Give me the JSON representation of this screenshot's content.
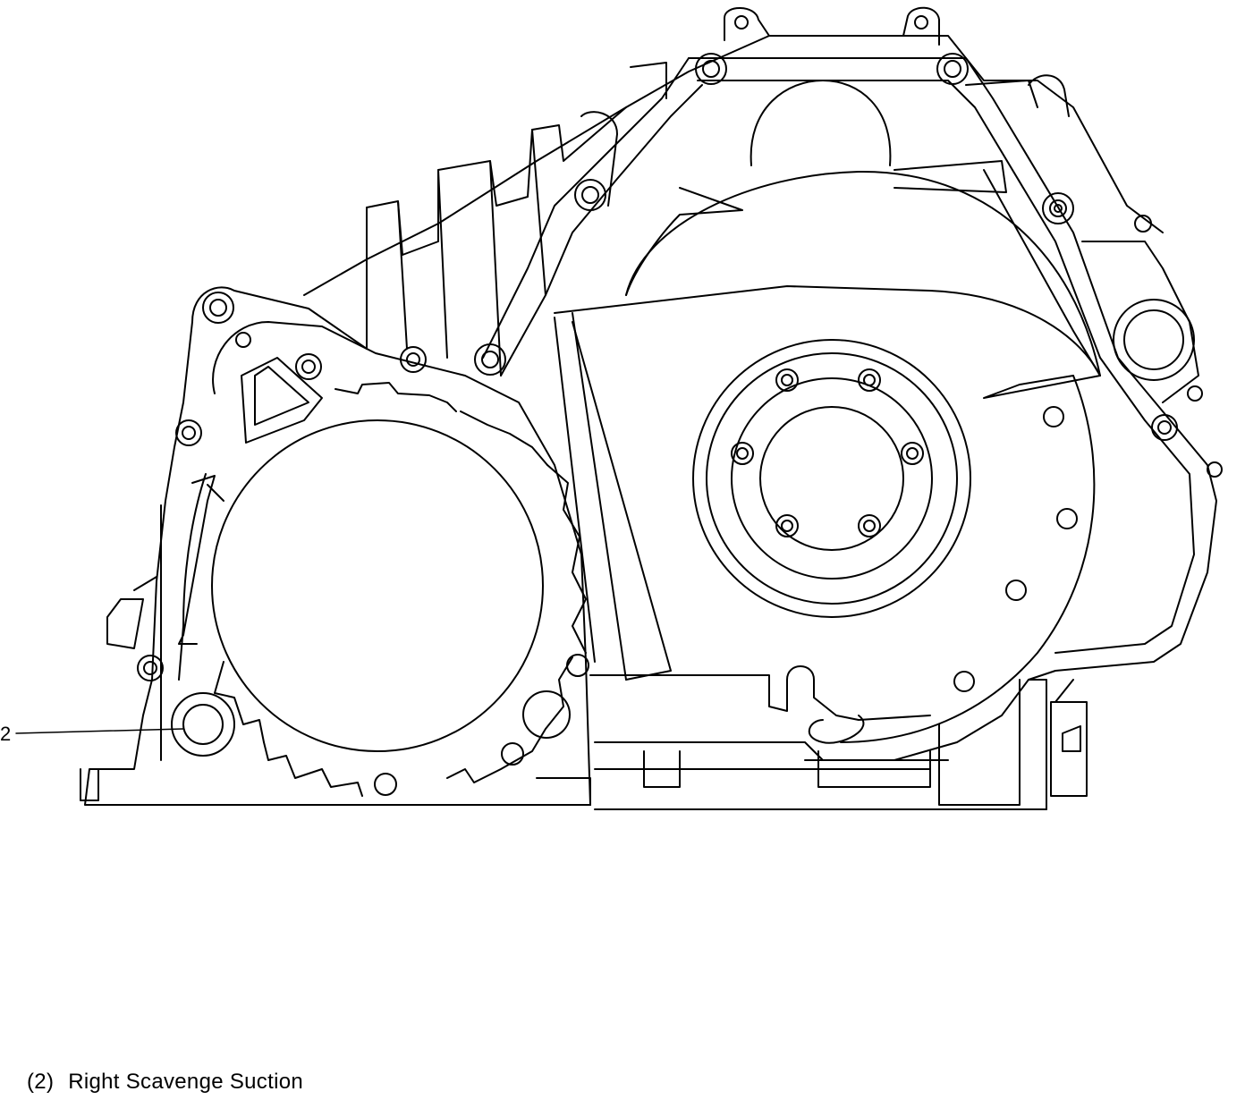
{
  "callout": {
    "number": "2"
  },
  "caption": {
    "number": "(2)",
    "text": "Right Scavenge Suction"
  },
  "colors": {
    "line": "#000000",
    "background": "#ffffff"
  }
}
